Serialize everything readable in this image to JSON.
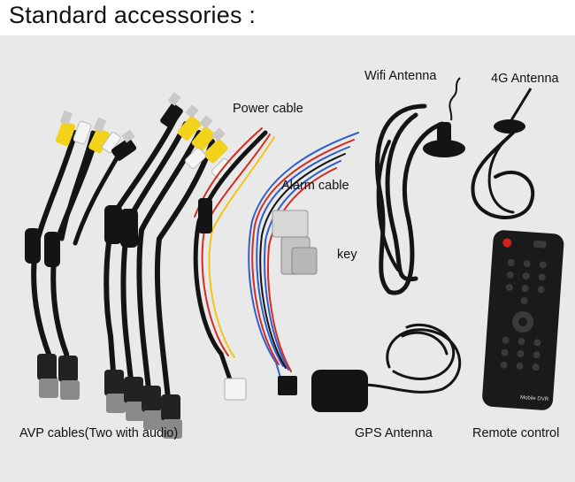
{
  "header": {
    "title": "Standard accessories :"
  },
  "labels": {
    "avp_cables": "AVP cables(Two with audio)",
    "power_cable": "Power cable",
    "alarm_cable": "Alarm cable",
    "key": "key",
    "wifi_antenna": "Wifi Antenna",
    "fourg_antenna": "4G Antenna",
    "gps_antenna": "GPS Antenna",
    "remote_control": "Remote control"
  },
  "remote": {
    "brand_text": "Mobile DVR"
  },
  "colors": {
    "background": "#e9e9e9",
    "cable": "#141414",
    "rca_yellow": "#f2d21a",
    "rca_white": "#f4f4f4",
    "rca_metal": "#c9c9c9",
    "wire_red": "#d62b1f",
    "wire_yellow": "#f0c419",
    "wire_blue": "#2f5fcf",
    "remote_red_button": "#d41f1f"
  }
}
